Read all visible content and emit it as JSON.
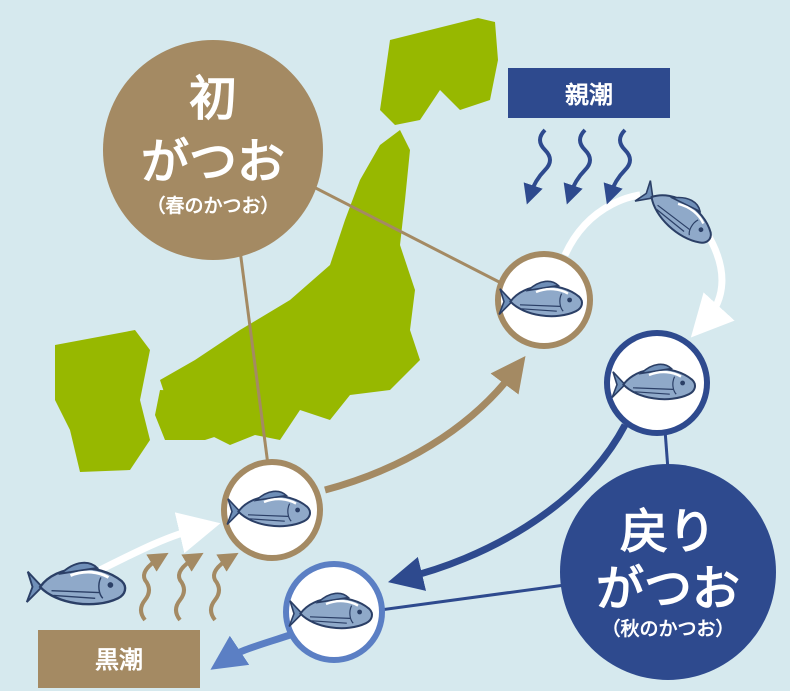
{
  "hatsu": {
    "title1": "初",
    "title2": "がつお",
    "sub": "（春のかつお）"
  },
  "modori": {
    "title1": "戻り",
    "title2": "がつお",
    "sub": "（秋のかつお）"
  },
  "oyashio": {
    "label": "親潮"
  },
  "kuroshio": {
    "label": "黒潮"
  },
  "colors": {
    "background": "#d6e9ee",
    "brown": "#a48a63",
    "green": "#97b800",
    "navy": "#2e4a8e",
    "lightblue": "#5b7fc4",
    "fish": "#8fa9c9"
  }
}
